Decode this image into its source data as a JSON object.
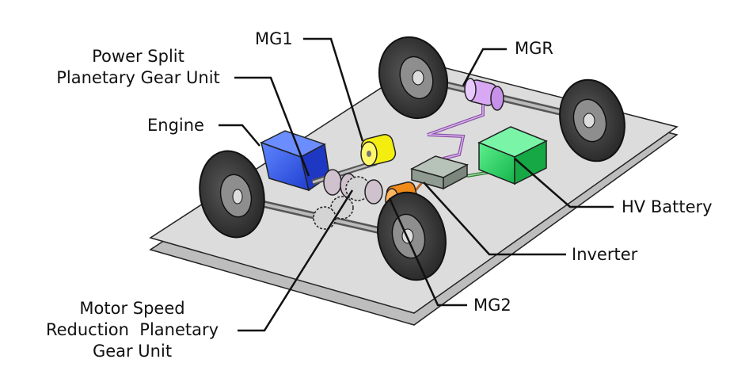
{
  "labels": {
    "mg1": "MG1",
    "mgr": "MGR",
    "power_split": [
      "Power Split",
      "Planetary Gear Unit"
    ],
    "engine": "Engine",
    "hv_battery": "HV Battery",
    "inverter": "Inverter",
    "mg2": "MG2",
    "motor_speed": [
      "Motor Speed",
      "Reduction  Planetary",
      "Gear Unit"
    ]
  },
  "colors": {
    "engine": "#2f55e8",
    "mg1": "#f4ee10",
    "mgr": "#d9a8f5",
    "mg2": "#f08a18",
    "battery": "#22cf60",
    "inverter": "#9aa79c",
    "platform": "#d8d8d8",
    "platform_edge": "#8c8c8c",
    "gear": "#cfc1cd",
    "tire": "#3a3a3a",
    "rim": "#d0d0d0",
    "cable_purple": "#8a4fa8",
    "cable_green": "#2e7d32"
  }
}
